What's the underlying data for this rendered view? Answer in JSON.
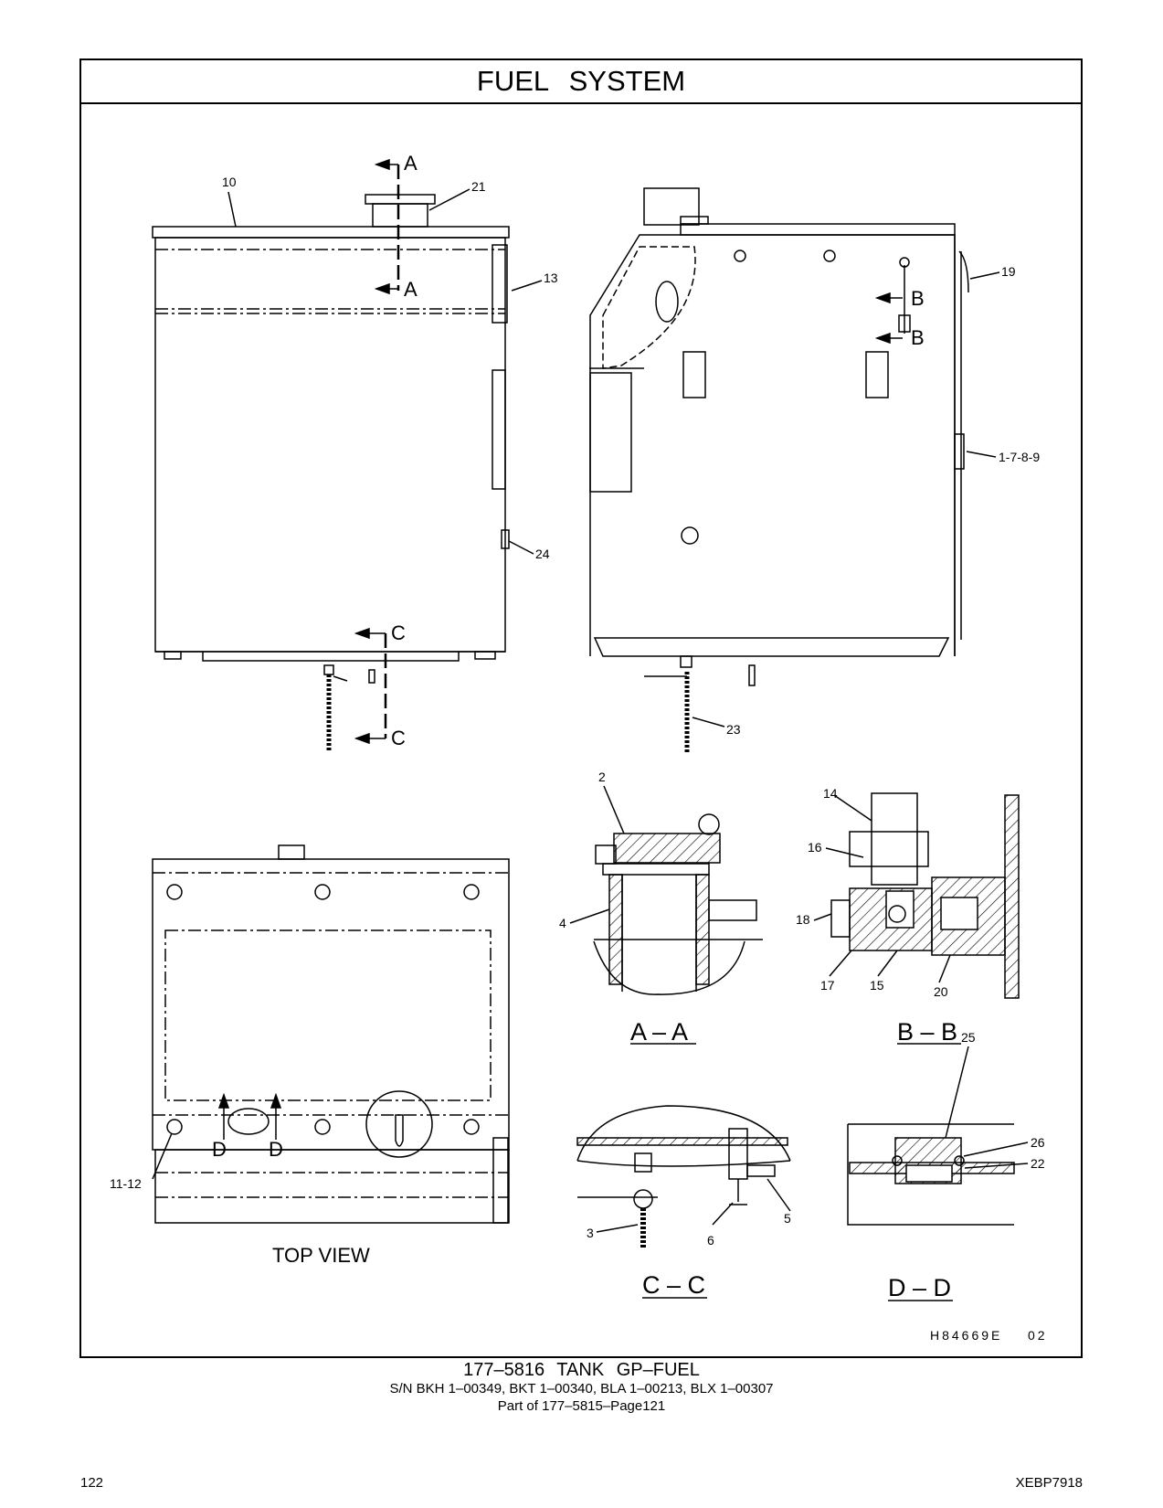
{
  "title": "FUEL SYSTEM",
  "drawing_code": "H84669E    02",
  "views": {
    "top_view": "TOP VIEW",
    "aa": "A – A",
    "bb": "B – B",
    "cc": "C – C",
    "dd": "D – D"
  },
  "section_marks": {
    "a": "A",
    "b": "B",
    "c": "C",
    "d": "D"
  },
  "callouts": {
    "c10": "10",
    "c21": "21",
    "c13": "13",
    "c24": "24",
    "c19": "19",
    "c1789": "1-7-8-9",
    "c23": "23",
    "c2": "2",
    "c4": "4",
    "c14": "14",
    "c16": "16",
    "c18": "18",
    "c17": "17",
    "c15": "15",
    "c20": "20",
    "c1112": "11-12",
    "c25": "25",
    "c26": "26",
    "c22": "22",
    "c3": "3",
    "c6": "6",
    "c5": "5"
  },
  "caption": {
    "part": "177–5816   TANK  GP–FUEL",
    "serials": "S/N BKH 1–00349, BKT 1–00340, BLA 1–00213, BLX 1–00307",
    "part_of": "Part of 177–5815–Page121"
  },
  "page_number": "122",
  "doc_id": "XEBP7918"
}
